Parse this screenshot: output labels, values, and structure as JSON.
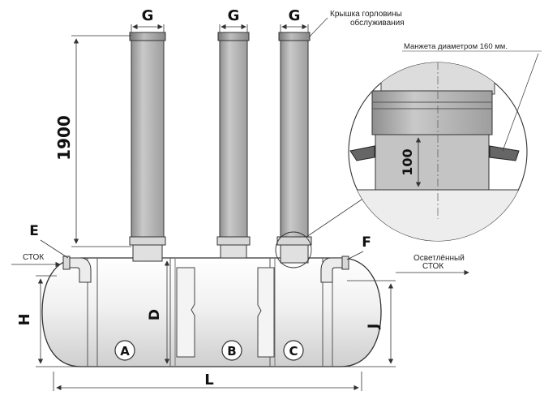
{
  "labels": {
    "g1": "G",
    "g2": "G",
    "g3": "G",
    "height_1900": "1900",
    "e": "E",
    "f": "F",
    "h": "H",
    "d": "D",
    "j": "J",
    "l": "L",
    "a": "A",
    "b": "B",
    "c": "C",
    "inflow": "СТОК",
    "outflow_line1": "Осветлённый",
    "outflow_line2": "СТОК",
    "cover_line1": "Крышка горловины",
    "cover_line2": "обслуживания",
    "cuff": "Манжета диаметром 160 мм.",
    "detail_100": "100"
  },
  "colors": {
    "tank_body": "#e9e9e9",
    "riser": "#b9b9b9",
    "riser_dark": "#9a9a9a",
    "line": "#333333"
  }
}
